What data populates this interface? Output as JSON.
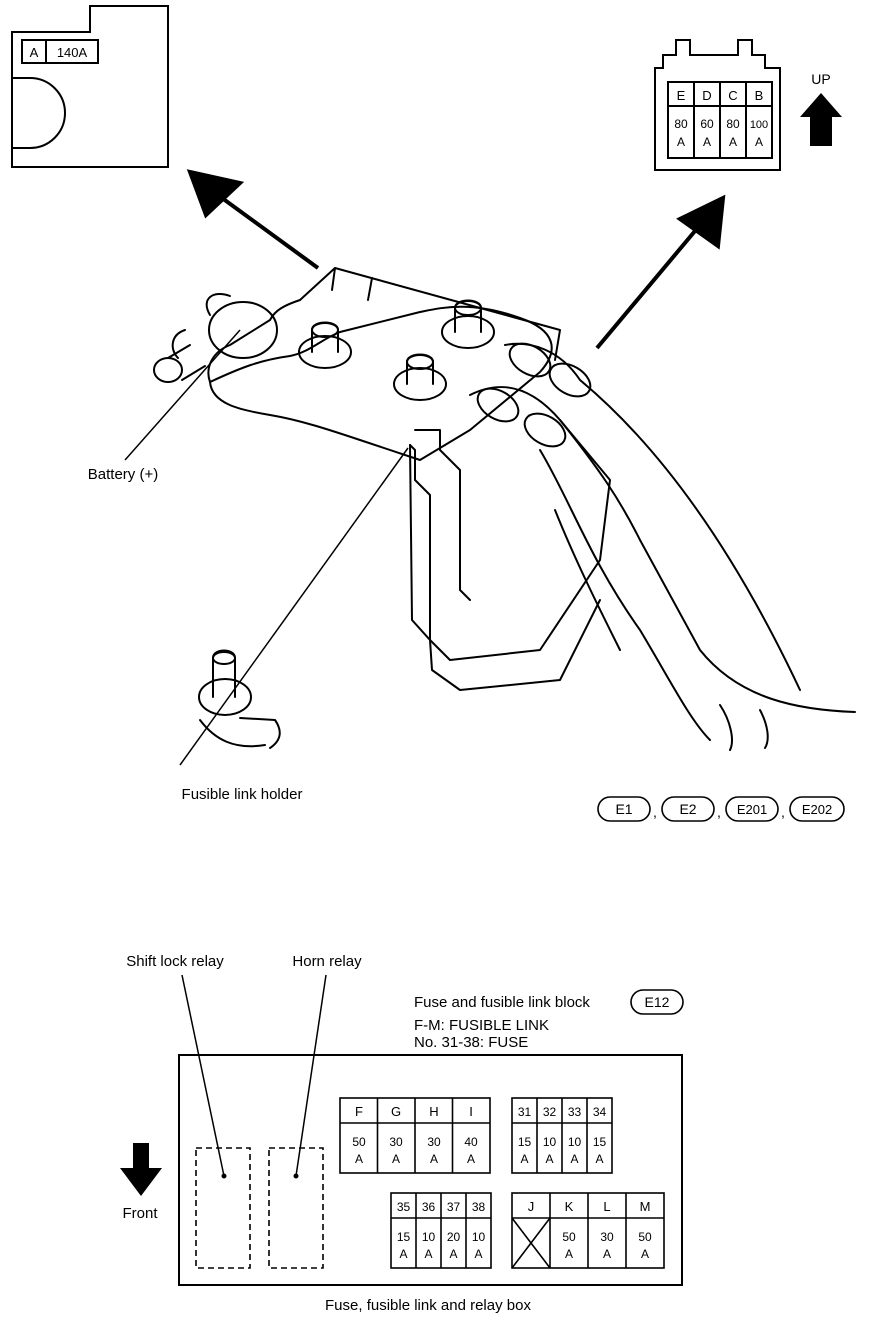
{
  "top_left_fusible_link": {
    "id": "A",
    "rating": "140A"
  },
  "top_right_fusible_link": {
    "cells": [
      {
        "id": "E",
        "rating_num": "80",
        "rating_unit": "A"
      },
      {
        "id": "D",
        "rating_num": "60",
        "rating_unit": "A"
      },
      {
        "id": "C",
        "rating_num": "80",
        "rating_unit": "A"
      },
      {
        "id": "B",
        "rating_num": "100",
        "rating_unit": "A"
      }
    ],
    "direction_label": "UP"
  },
  "labels": {
    "battery": "Battery (+)",
    "fusible_link_holder": "Fusible link holder",
    "shift_lock_relay": "Shift lock relay",
    "horn_relay": "Horn relay",
    "front": "Front",
    "box_caption": "Fuse, fusible link and relay box"
  },
  "connectors": [
    {
      "id": "E1",
      "sep": ","
    },
    {
      "id": "E2",
      "sep": ","
    },
    {
      "id": "E201",
      "sep": ","
    },
    {
      "id": "E202",
      "sep": ""
    }
  ],
  "block_title": {
    "name": "Fuse and fusible link block",
    "connector": "E12",
    "line2": "F-M: FUSIBLE LINK",
    "line3": "No. 31-38: FUSE"
  },
  "fuse_group_fghi": [
    {
      "id": "F",
      "num": "50",
      "unit": "A"
    },
    {
      "id": "G",
      "num": "30",
      "unit": "A"
    },
    {
      "id": "H",
      "num": "30",
      "unit": "A"
    },
    {
      "id": "I",
      "num": "40",
      "unit": "A"
    }
  ],
  "fuse_group_31_34": [
    {
      "id": "31",
      "num": "15",
      "unit": "A"
    },
    {
      "id": "32",
      "num": "10",
      "unit": "A"
    },
    {
      "id": "33",
      "num": "10",
      "unit": "A"
    },
    {
      "id": "34",
      "num": "15",
      "unit": "A"
    }
  ],
  "fuse_group_35_38": [
    {
      "id": "35",
      "num": "15",
      "unit": "A"
    },
    {
      "id": "36",
      "num": "10",
      "unit": "A"
    },
    {
      "id": "37",
      "num": "20",
      "unit": "A"
    },
    {
      "id": "38",
      "num": "10",
      "unit": "A"
    }
  ],
  "fuse_group_jklm": [
    {
      "id": "J",
      "num": "",
      "unit": "",
      "empty": true
    },
    {
      "id": "K",
      "num": "50",
      "unit": "A"
    },
    {
      "id": "L",
      "num": "30",
      "unit": "A"
    },
    {
      "id": "M",
      "num": "50",
      "unit": "A"
    }
  ]
}
